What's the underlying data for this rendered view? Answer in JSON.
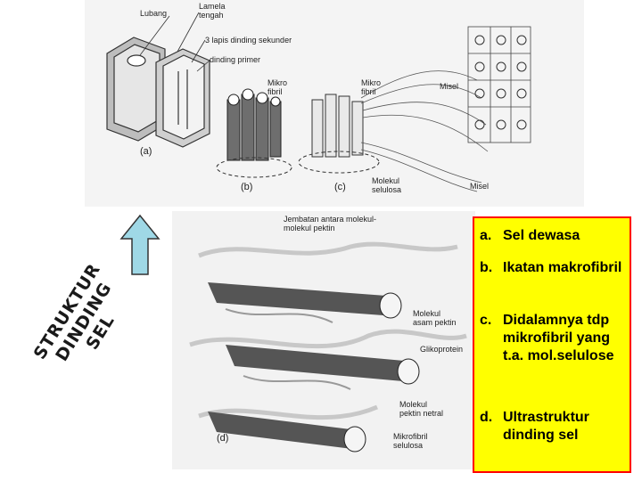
{
  "diagram": {
    "top_labels": {
      "lubang": "Lubang",
      "lamela": "Lamela",
      "lamela2": "tengah",
      "lapis": "3 lapis dinding sekunder",
      "primer": "dinding primer",
      "mikro1a": "Mikro",
      "mikro1b": "fibril",
      "mikro2a": "Mikro",
      "mikro2b": "fibril",
      "misel1": "Misel",
      "misel2": "Misel",
      "molekul1": "Molekul",
      "molekul2": "selulosa",
      "a": "(a)",
      "b": "(b)",
      "c": "(c)"
    },
    "bottom_labels": {
      "jembatan1": "Jembatan antara molekul-",
      "jembatan2": "molekul pektin",
      "asam1": "Molekul",
      "asam2": "asam pektin",
      "gliko": "Glikoprotein",
      "netral1": "Molekul",
      "netral2": "pektin netral",
      "mikrof1": "Mikrofibril",
      "mikrof2": "selulosa",
      "d": "(d)"
    }
  },
  "side_title": {
    "line1": "STRUKTUR",
    "line2": "DINDING SEL"
  },
  "captions": [
    {
      "key": "a.",
      "text": "Sel dewasa"
    },
    {
      "key": "b.",
      "text": "Ikatan makrofibril"
    },
    {
      "key": "c.",
      "text": "Didalamnya tdp mikrofibril yang t.a. mol.selulose"
    },
    {
      "key": "d.",
      "text": "Ultrastruktur dinding sel"
    }
  ],
  "colors": {
    "caption_bg": "#ffff00",
    "caption_border": "#ff0000",
    "arrow_fill": "#9fd8e6"
  }
}
